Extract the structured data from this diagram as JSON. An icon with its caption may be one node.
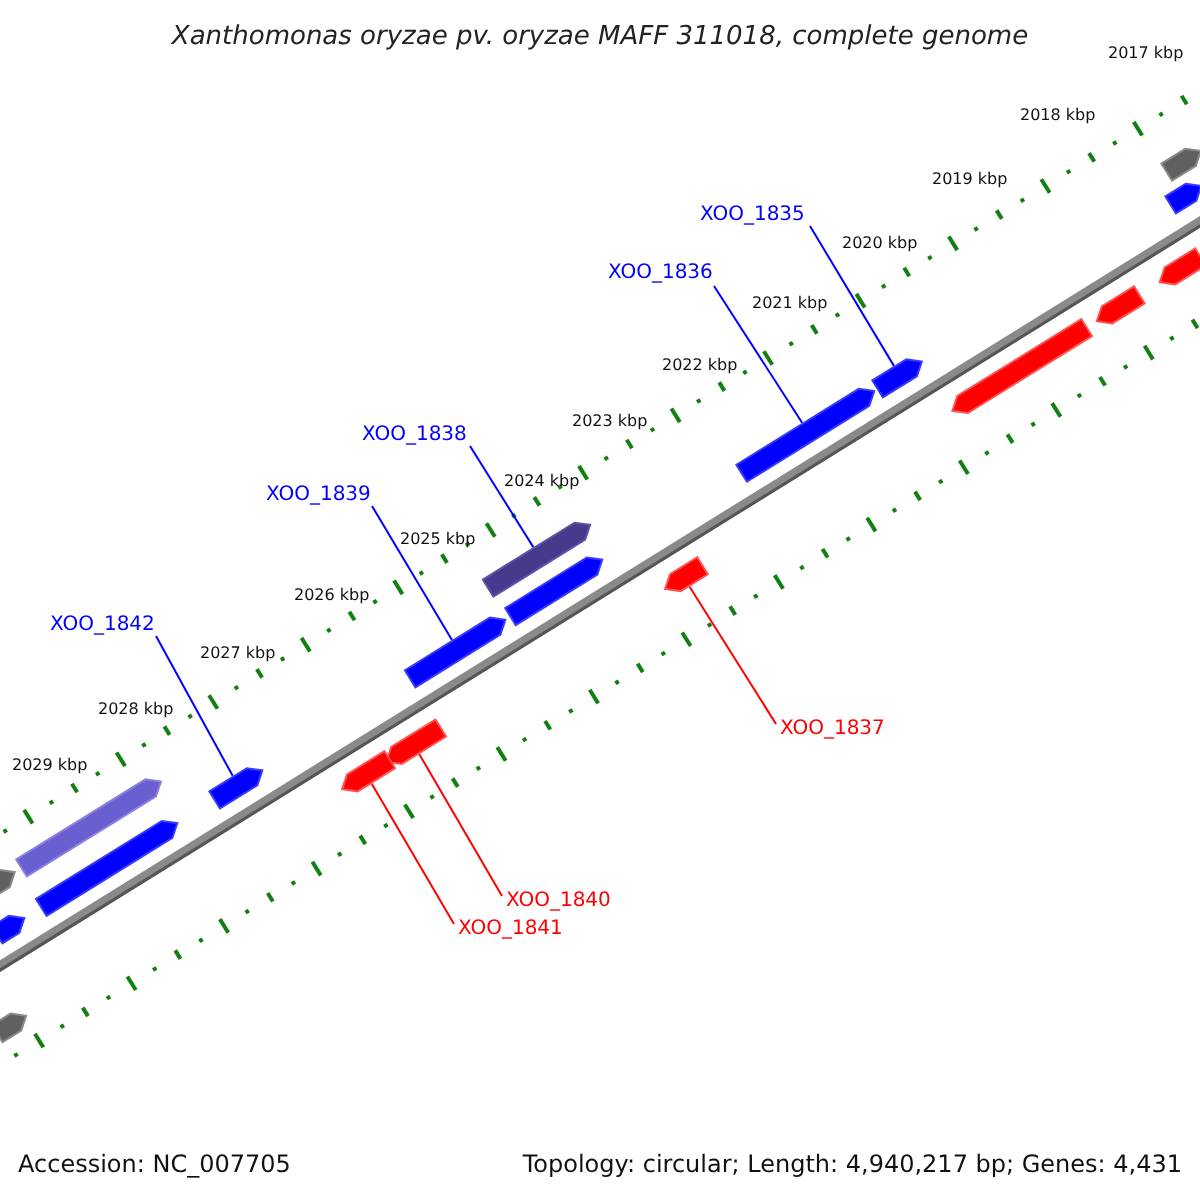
{
  "diagram": {
    "title": "Xanthomonas oryzae pv. oryzae MAFF 311018, complete genome",
    "nodes": [
      {
        "text": [
          "XOO_1835"
        ]
      },
      {
        "text": [
          "XOO_1836"
        ]
      },
      {
        "text": [
          "XOO_1838"
        ]
      },
      {
        "text": [
          "XOO_1839"
        ]
      },
      {
        "text": [
          "XOO_1842"
        ]
      },
      {
        "text": [
          "XOO_1837"
        ]
      },
      {
        "text": [
          "XOO_1840"
        ]
      },
      {
        "text": [
          "XOO_1841"
        ]
      },
      {
        "text": [],
        "shape": "bar"
      },
      {
        "text": [],
        "shape": "bar"
      },
      {
        "text": [],
        "shape": "bar"
      },
      {
        "text": [],
        "shape": "bar"
      },
      {
        "text": [],
        "shape": "bar"
      },
      {
        "text": [],
        "shape": "bar"
      },
      {
        "text": [],
        "shape": "bar"
      },
      {
        "text": [],
        "shape": "bar"
      },
      {
        "text": [],
        "shape": "bar"
      },
      {
        "text": [],
        "shape": "bar"
      },
      {
        "text": [],
        "shape": "bar"
      },
      {
        "text": [],
        "shape": "bar"
      },
      {
        "text": [],
        "shape": "bar"
      },
      {
        "text": [],
        "shape": "bar"
      },
      {
        "text": [],
        "shape": "bar"
      },
      {
        "text": [],
        "shape": "bar"
      },
      {
        "text": [],
        "shape": "bar"
      },
      {
        "text": [],
        "shape": "bar"
      },
      {
        "text": [],
        "shape": "bar"
      }
    ],
    "edges": [
      {
        "from": 0,
        "to": 8,
        "arrow": "none"
      },
      {
        "from": 1,
        "to": 9,
        "arrow": "none"
      },
      {
        "from": 2,
        "to": 10,
        "arrow": "none"
      },
      {
        "from": 3,
        "to": 11,
        "arrow": "none"
      },
      {
        "from": 4,
        "to": 12,
        "arrow": "none"
      },
      {
        "from": 5,
        "to": 13,
        "arrow": "none",
        "color": "#ff0000"
      },
      {
        "from": 6,
        "to": 14,
        "arrow": "none",
        "color": "#ff0000"
      },
      {
        "from": 7,
        "to": 15,
        "arrow": "none",
        "color": "#ff0000"
      }
    ],
    "labels": [
      "2017 kbp",
      "2018 kbp",
      "2019 kbp",
      "2020 kbp",
      "2021 kbp",
      "2022 kbp",
      "2023 kbp",
      "2024 kbp",
      "2025 kbp",
      "2026 kbp",
      "2027 kbp",
      "2028 kbp",
      "2029 kbp",
      "Accession: NC_007705",
      "Topology: circular; Length: 4,940,217 bp; Genes: 4,431"
    ]
  }
}
